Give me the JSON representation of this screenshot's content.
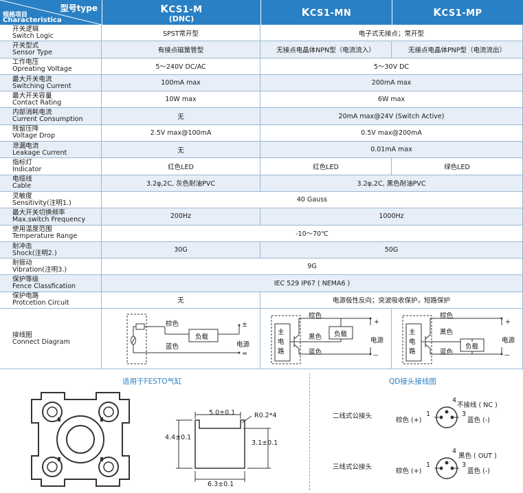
{
  "header": {
    "model_label": "型号type",
    "char_cn": "规格项目",
    "char_en": "Characteristica",
    "models": [
      {
        "k": "K",
        "name": "CS1-M",
        "sub": "(DNC)"
      },
      {
        "k": "K",
        "name": "CS1-MN",
        "sub": ""
      },
      {
        "k": "K",
        "name": "CS1-MP",
        "sub": ""
      }
    ]
  },
  "rows": [
    {
      "cn": "开关逻辑",
      "en": "Switch Logic",
      "a": "SPST常开型",
      "bc": "电子式无接点；常开型"
    },
    {
      "cn": "开关型式",
      "en": "Sensor Type",
      "a": "有接点磁簧管型",
      "b": "无接点电晶体NPN型（电流流入）",
      "c": "无接点电晶体PNP型（电流流出）"
    },
    {
      "cn": "工作电压",
      "en": "Opreating Voltage",
      "a": "5～240V DC/AC",
      "bc": "5～30V DC"
    },
    {
      "cn": "最大开关电流",
      "en": "Switching Current",
      "a": "100mA max",
      "bc": "200mA max"
    },
    {
      "cn": "最大开关容量",
      "en": "Contact Rating",
      "a": "10W max",
      "bc": "6W max"
    },
    {
      "cn": "内部消耗电流",
      "en": "Current Consumption",
      "a": "无",
      "bc": "20mA max@24V (Switch Active)"
    },
    {
      "cn": "残留压降",
      "en": "Voltage Drop",
      "a": "2.5V max@100mA",
      "bc": "0.5V max@200mA"
    },
    {
      "cn": "泄漏电流",
      "en": "Leakage Current",
      "a": "无",
      "bc": "0.01mA max"
    },
    {
      "cn": "指标灯",
      "en": "Indicator",
      "a": "红色LED",
      "b": "红色LED",
      "c": "绿色LED"
    },
    {
      "cn": "电缆线",
      "en": "Cable",
      "a": "3.2φ,2C, 灰色耐油PVC",
      "bc": "3.2φ,2C, 黑色耐油PVC"
    },
    {
      "cn": "灵敏度",
      "en": "Sensitivity(注明1.)",
      "abc": "40 Gauss"
    },
    {
      "cn": "最大开关切换频率",
      "en": "Max.switch Frequency",
      "a": "200Hz",
      "bc": "1000Hz"
    },
    {
      "cn": "使用温度范围",
      "en": "Temperature Range",
      "abc": "-10～70℃"
    },
    {
      "cn": "耐冲击",
      "en": "Shock(注明2.)",
      "a": "30G",
      "bc": "50G"
    },
    {
      "cn": "耐振动",
      "en": "Vibration(注明3.)",
      "abc": "9G"
    },
    {
      "cn": "保护等级",
      "en": "Fence Classfication",
      "abc": "IEC  529  IP67 ( NEMA6 )"
    },
    {
      "cn": "保护电路",
      "en": "Protcetion Circuit",
      "a": "无",
      "bc": "电源极性反向；突波吸收保护，短路保护"
    }
  ],
  "diagram_row": {
    "cn": "接线图",
    "en": "Connect Diagram"
  },
  "circuit": {
    "brown": "棕色",
    "blue": "蓝色",
    "black": "黑色",
    "load": "负载",
    "power": "电源",
    "plus": "±",
    "approx": "≈",
    "plus2": "+",
    "minus": "－",
    "main_circuit": [
      "主",
      "电",
      "路"
    ]
  },
  "bottom": {
    "festo_title": "适用于FESTO气缸",
    "qd_title": "QD接头接线图",
    "dims": {
      "top": "5.0±0.1",
      "radius": "R0.2*4",
      "left": "4.4±0.1",
      "right": "3.1±0.1",
      "bottom": "6.3±0.1"
    },
    "two_wire": {
      "name": "二线式公接头",
      "left": "棕色 (+)",
      "pin1": "1",
      "pin3": "3",
      "right": "蓝色 (-)",
      "pin4": "4",
      "top": "不接线 ( NC )"
    },
    "three_wire": {
      "name": "三线式公接头",
      "left": "棕色 (+)",
      "pin1": "1",
      "pin3": "3",
      "right": "蓝色 (-)",
      "pin4": "4",
      "top": "黑色 ( OUT )"
    }
  },
  "colors": {
    "header_blue": "#2a80c4",
    "alt_row": "#e7eef7",
    "grid": "#9ab8d4"
  }
}
